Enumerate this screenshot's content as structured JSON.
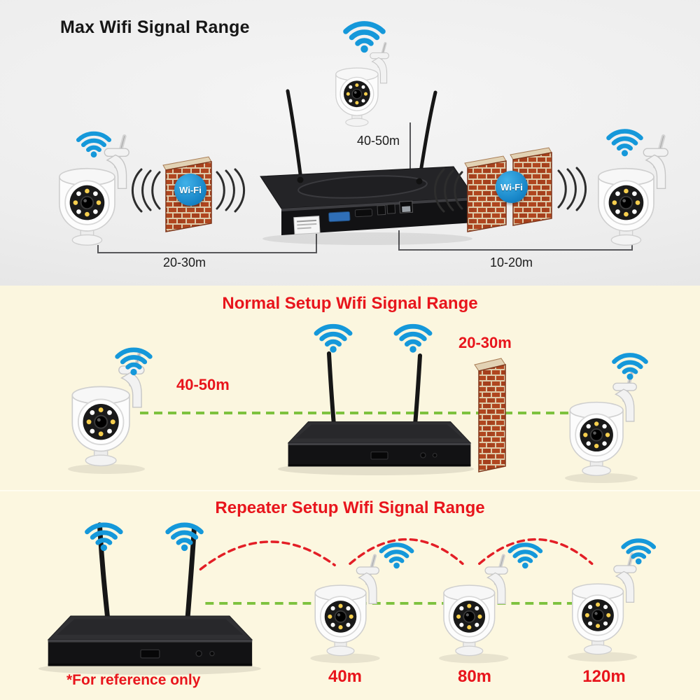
{
  "sections": {
    "max": {
      "title": "Max Wifi Signal Range",
      "top_distance": "40-50m",
      "left_distance": "20-30m",
      "right_distance": "10-20m",
      "wall_badge": "Wi-Fi"
    },
    "normal": {
      "title": "Normal Setup Wifi Signal Range",
      "left_distance": "40-50m",
      "wall_distance": "20-30m"
    },
    "repeater": {
      "title": "Repeater Setup Wifi Signal Range",
      "camera_distances": [
        "40m",
        "80m",
        "120m"
      ],
      "footnote": "*For reference only"
    }
  },
  "icons": {
    "wifi_signal": "wifi-signal-icon",
    "wall_badge": "wifi-badge",
    "devices": [
      "ptz-camera",
      "nvr-recorder",
      "brick-wall"
    ]
  },
  "colors": {
    "wifi_blue": "#1598da",
    "title_red": "#e8151c",
    "dash_green": "#7dc23e",
    "hop_red": "#e31e26",
    "max_section_bg": "#ececec",
    "setup_section_bg": "#fbf6df"
  }
}
